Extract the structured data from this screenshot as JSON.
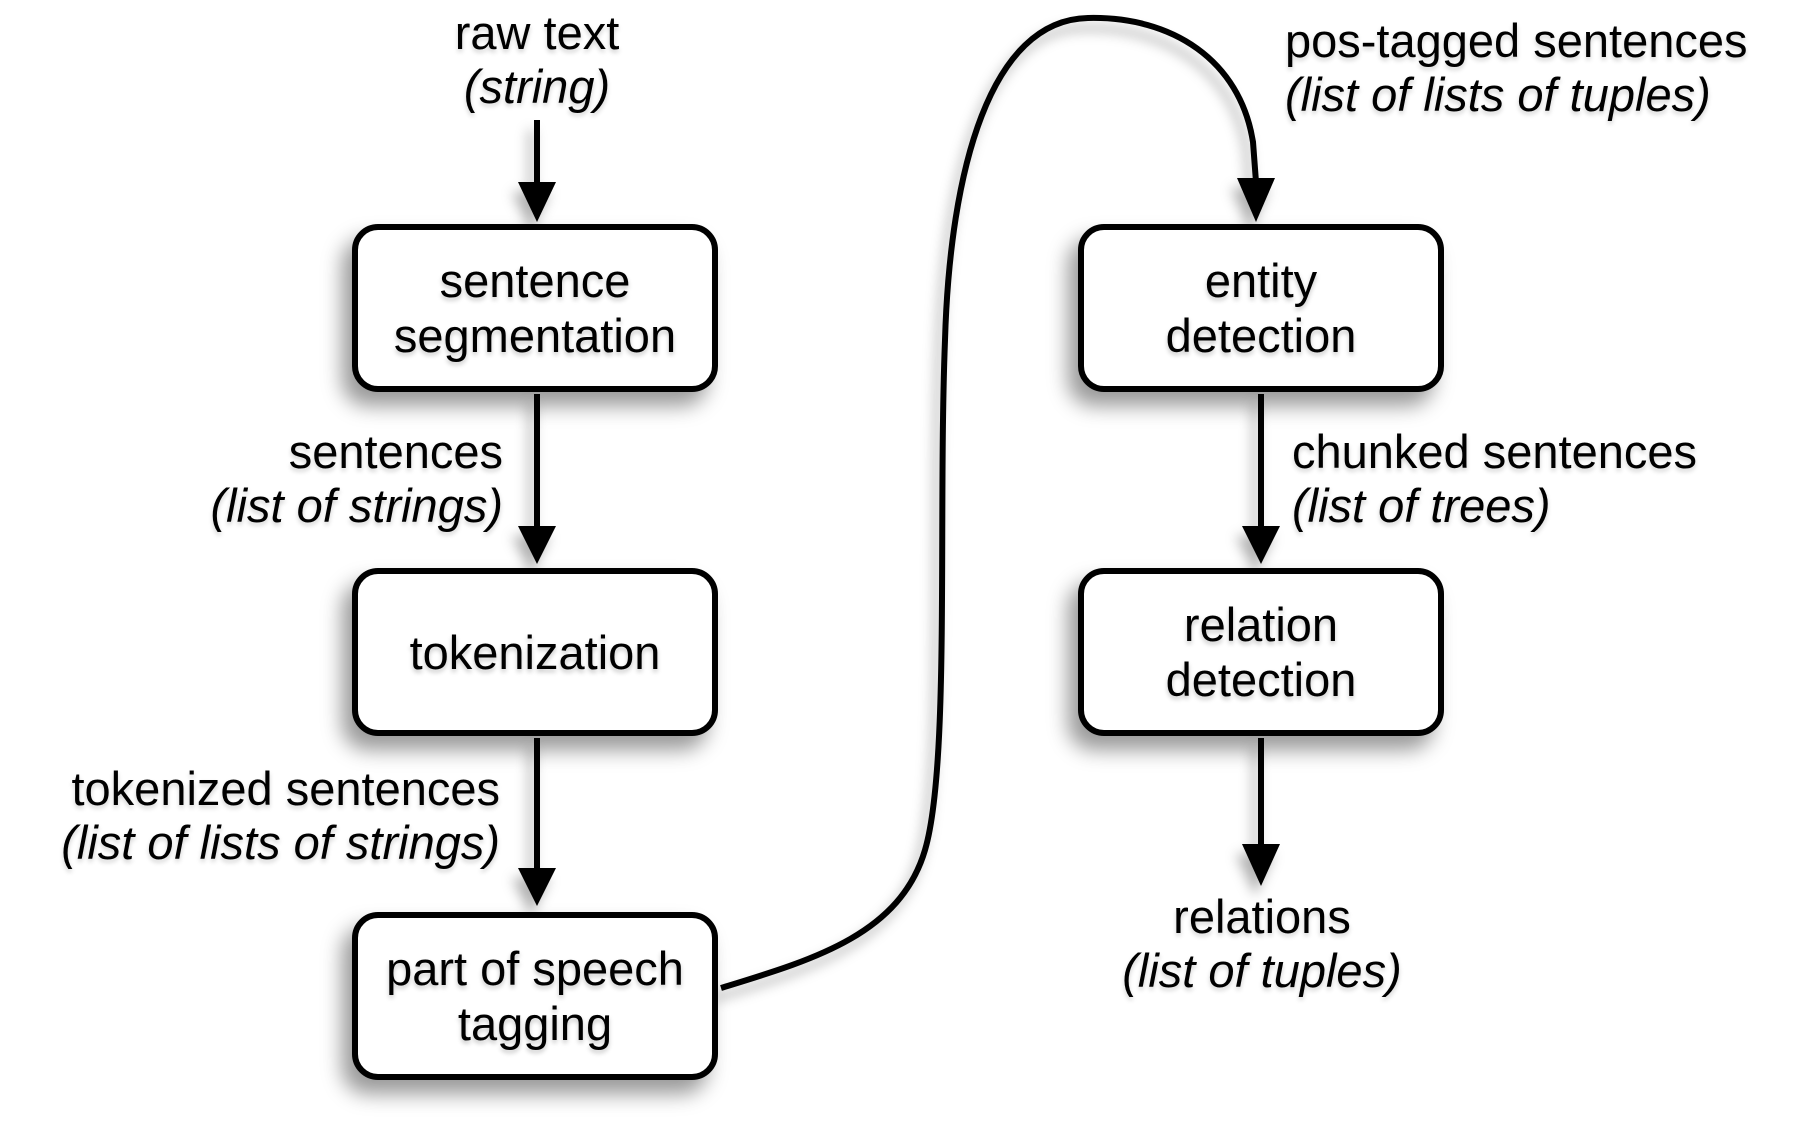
{
  "diagram": {
    "title_semantic": "information extraction pipeline",
    "background_color": "#ffffff",
    "box_fill_color": "#ffffff",
    "stroke_color": "#000000"
  },
  "nodes": [
    {
      "id": "sentence-segmentation",
      "line1": "sentence",
      "line2": "segmentation"
    },
    {
      "id": "tokenization",
      "line1": "tokenization",
      "line2": ""
    },
    {
      "id": "part-of-speech-tagging",
      "line1": "part of speech",
      "line2": "tagging"
    },
    {
      "id": "entity-detection",
      "line1": "entity",
      "line2": "detection"
    },
    {
      "id": "relation-detection",
      "line1": "relation",
      "line2": "detection"
    }
  ],
  "labels": [
    {
      "id": "raw-text",
      "name": "raw text",
      "type": "(string)"
    },
    {
      "id": "sentences",
      "name": "sentences",
      "type": "(list of strings)"
    },
    {
      "id": "tokenized-sentences",
      "name": "tokenized sentences",
      "type": "(list of lists of strings)"
    },
    {
      "id": "pos-tagged-sentences",
      "name": "pos-tagged sentences",
      "type": "(list of lists of tuples)"
    },
    {
      "id": "chunked-sentences",
      "name": "chunked sentences",
      "type": "(list of trees)"
    },
    {
      "id": "relations",
      "name": "relations",
      "type": "(list of tuples)"
    }
  ]
}
